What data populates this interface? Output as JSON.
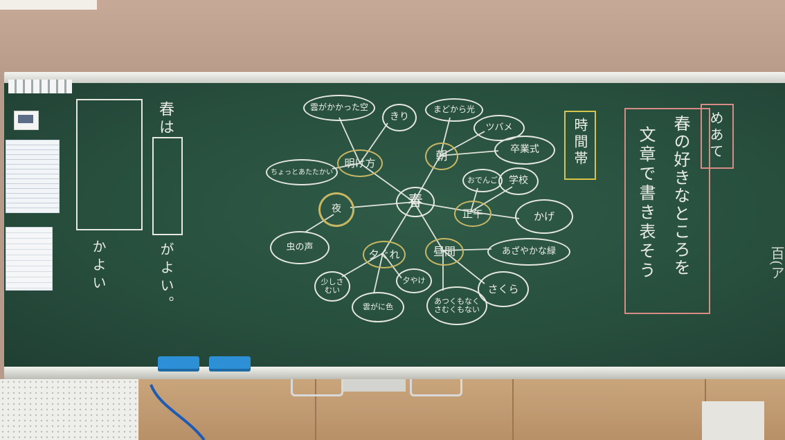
{
  "board": {
    "left_frame_caption": "かよい",
    "haru_label": "春は",
    "middle_caption": "がよい。",
    "center_node": "春",
    "nodes": {
      "akegata": "明け方",
      "asa": "朝",
      "shogo": "正午",
      "hiruma": "昼間",
      "yuugure": "夕ぐれ",
      "yoru": "夜"
    },
    "leaves": {
      "kumo_kakatta": "雲がかかった空",
      "kiri": "きり",
      "chotto_atatakai": "ちょっとあたたかい",
      "matokara": "まどから光",
      "tsubame": "ツバメ",
      "sotsugyoushiki": "卒業式",
      "oden": "おでんご",
      "gakkou": "学校",
      "kage": "かげ",
      "azayaka": "あざやかな緑",
      "sakura": "さくら",
      "atsukunaku": "あつくもなくさむくもない",
      "mushi_no_koe": "虫の声",
      "sukoshi_samui": "少しさむい",
      "kumo_ga_iro": "雲がに色",
      "yuuyake": "夕やけ"
    },
    "jikantai": "時間帯",
    "meate_label": "めあて",
    "meate_line1": "春の好きなところを",
    "meate_line2": "文章で書き表そう",
    "right_edge_chars": "百(ア"
  },
  "colors": {
    "chalkboard": "#2c5443",
    "chalk_white": "#e9ece4",
    "chalk_yellow": "#d8c64a",
    "chalk_pink": "#d98b86",
    "eraser_blue": "#2d8fd6"
  }
}
